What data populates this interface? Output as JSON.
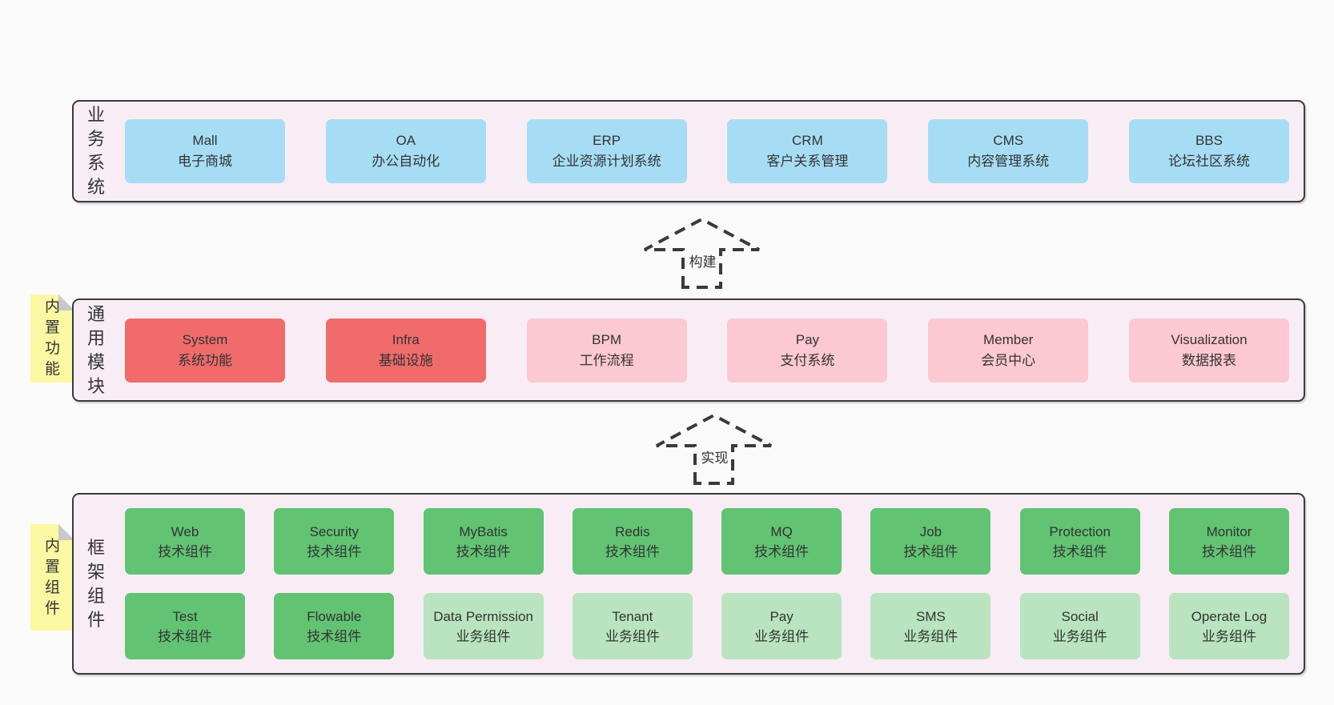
{
  "diagram": {
    "bands": [
      {
        "label": "业务系统",
        "boxes": [
          {
            "title": "Mall",
            "subtitle": "电子商城"
          },
          {
            "title": "OA",
            "subtitle": "办公自动化"
          },
          {
            "title": "ERP",
            "subtitle": "企业资源计划系统"
          },
          {
            "title": "CRM",
            "subtitle": "客户关系管理"
          },
          {
            "title": "CMS",
            "subtitle": "内容管理系统"
          },
          {
            "title": "BBS",
            "subtitle": "论坛社区系统"
          }
        ]
      },
      {
        "label": "通用模块",
        "note": "内置功能",
        "boxes": [
          {
            "title": "System",
            "subtitle": "系统功能"
          },
          {
            "title": "Infra",
            "subtitle": "基础设施"
          },
          {
            "title": "BPM",
            "subtitle": "工作流程"
          },
          {
            "title": "Pay",
            "subtitle": "支付系统"
          },
          {
            "title": "Member",
            "subtitle": "会员中心"
          },
          {
            "title": "Visualization",
            "subtitle": "数据报表"
          }
        ]
      },
      {
        "label": "框架组件",
        "note": "内置组件",
        "rows": [
          {
            "boxes": [
              {
                "title": "Web",
                "subtitle": "技术组件"
              },
              {
                "title": "Security",
                "subtitle": "技术组件"
              },
              {
                "title": "MyBatis",
                "subtitle": "技术组件"
              },
              {
                "title": "Redis",
                "subtitle": "技术组件"
              },
              {
                "title": "MQ",
                "subtitle": "技术组件"
              },
              {
                "title": "Job",
                "subtitle": "技术组件"
              },
              {
                "title": "Protection",
                "subtitle": "技术组件"
              },
              {
                "title": "Monitor",
                "subtitle": "技术组件"
              }
            ]
          },
          {
            "boxes": [
              {
                "title": "Test",
                "subtitle": "技术组件"
              },
              {
                "title": "Flowable",
                "subtitle": "技术组件"
              },
              {
                "title": "Data Permission",
                "subtitle": "业务组件"
              },
              {
                "title": "Tenant",
                "subtitle": "业务组件"
              },
              {
                "title": "Pay",
                "subtitle": "业务组件"
              },
              {
                "title": "SMS",
                "subtitle": "业务组件"
              },
              {
                "title": "Social",
                "subtitle": "业务组件"
              },
              {
                "title": "Operate Log",
                "subtitle": "业务组件"
              }
            ]
          }
        ]
      }
    ],
    "arrows": [
      {
        "label": "构建"
      },
      {
        "label": "实现"
      }
    ],
    "colors": {
      "page_background": "#fafafa",
      "band_background": "#f8edf5",
      "band_border": "#3a3a3a",
      "business_system_box": "#a6ddf4",
      "core_module_box": "#f16b6b",
      "optional_module_box": "#fcc8d1",
      "tech_component_box": "#62c373",
      "business_component_box": "#b9e4bf",
      "sticky_note": "#fbf8a3",
      "text": "#333333"
    }
  }
}
